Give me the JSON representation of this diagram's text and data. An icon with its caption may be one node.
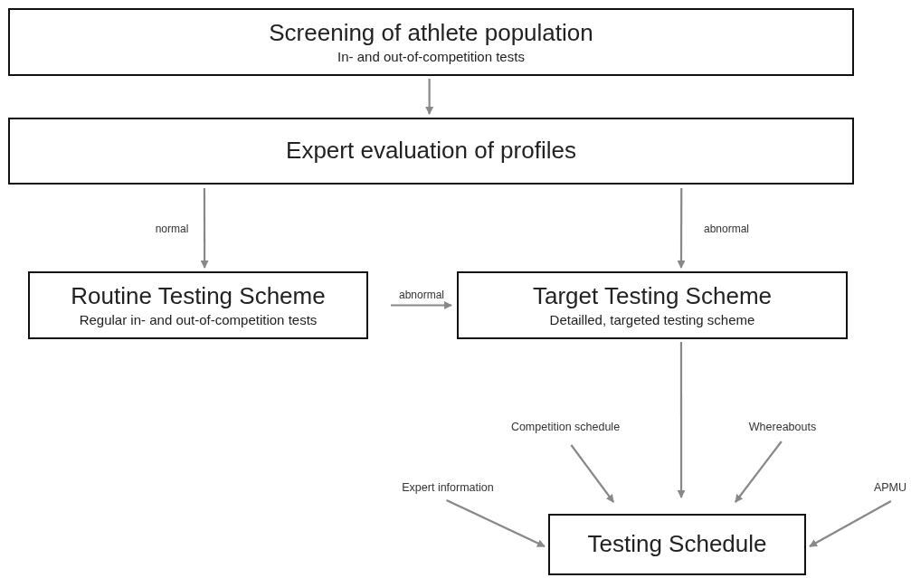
{
  "diagram": {
    "nodes": [
      {
        "text": [
          "Screening of athlete population",
          "In- and out-of-competition tests"
        ]
      },
      {
        "text": [
          "Expert evaluation of profiles"
        ]
      },
      {
        "text": [
          "Routine Testing Scheme",
          "Regular in- and out-of-competition tests"
        ]
      },
      {
        "text": [
          "Target Testing Scheme",
          "Detailled, targeted testing scheme"
        ]
      },
      {
        "text": [
          "Testing Schedule"
        ]
      },
      {
        "text": [
          "Competition schedule"
        ]
      },
      {
        "text": [
          "Whereabouts"
        ]
      },
      {
        "text": [
          "Expert information"
        ]
      },
      {
        "text": [
          "APMU"
        ]
      }
    ],
    "edges": [
      {
        "from": 0,
        "to": 1,
        "arrow": "to"
      },
      {
        "from": 1,
        "to": 2,
        "arrow": "to",
        "label": "normal"
      },
      {
        "from": 1,
        "to": 3,
        "arrow": "to",
        "label": "abnormal"
      },
      {
        "from": 2,
        "to": 3,
        "arrow": "to",
        "label": "abnormal"
      },
      {
        "from": 3,
        "to": 4,
        "arrow": "to"
      },
      {
        "from": 5,
        "to": 4,
        "arrow": "to"
      },
      {
        "from": 6,
        "to": 4,
        "arrow": "to"
      },
      {
        "from": 7,
        "to": 4,
        "arrow": "to"
      },
      {
        "from": 8,
        "to": 4,
        "arrow": "to"
      }
    ]
  }
}
